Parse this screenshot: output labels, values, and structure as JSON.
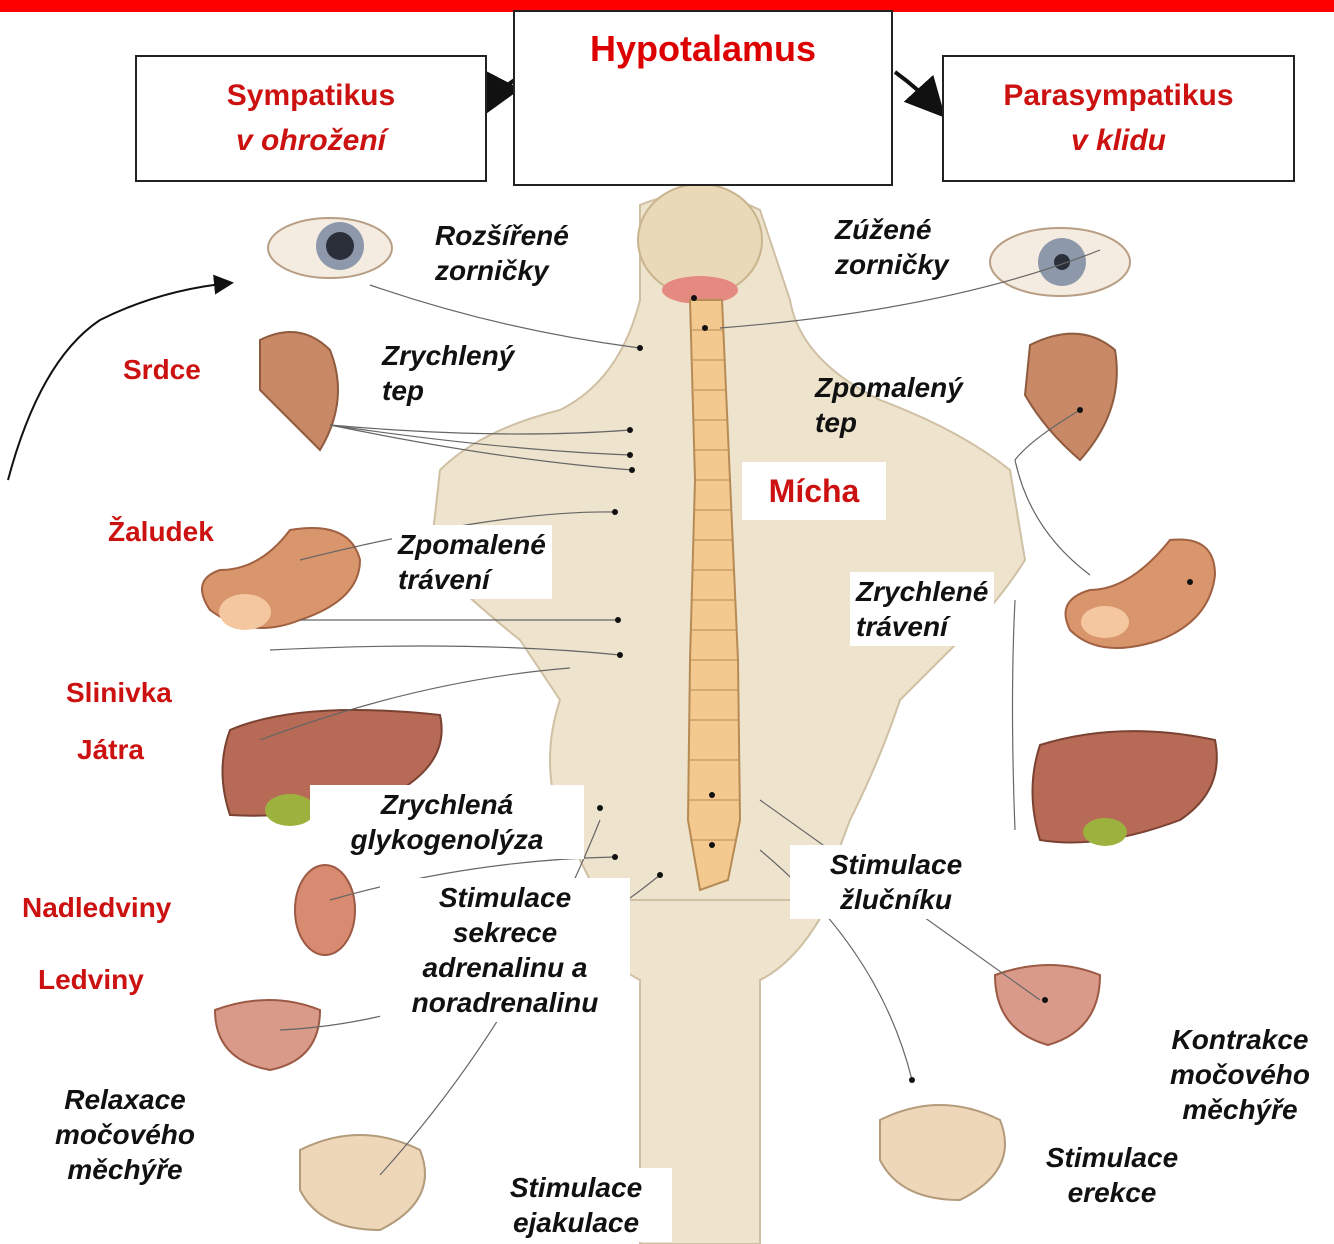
{
  "header": {
    "center": "Hypotalamus",
    "left": {
      "title": "Sympatikus",
      "subtitle": "v ohrožení"
    },
    "right": {
      "title": "Parasympatikus",
      "subtitle": "v klidu"
    }
  },
  "organs": {
    "srdce": "Srdce",
    "zaludek": "Žaludek",
    "slinivka": "Slinivka",
    "jatra": "Játra",
    "nadledviny": "Nadledviny",
    "ledviny": "Ledviny"
  },
  "spine": "Mícha",
  "sympathetic_effects": {
    "pupils": [
      "Rozšířené",
      "zorničky"
    ],
    "heart": [
      "Zrychlený",
      "tep"
    ],
    "digestion": [
      "Zpomalené",
      "trávení"
    ],
    "liver": [
      "Zrychlená",
      "glykogenolýza"
    ],
    "adrenal": [
      "Stimulace",
      "sekrece",
      "adrenalinu a",
      "noradrenalinu"
    ],
    "bladder": [
      "Relaxace",
      "močového",
      "měchýře"
    ],
    "genital": [
      "Stimulace",
      "ejakulace"
    ]
  },
  "parasympathetic_effects": {
    "pupils": [
      "Zúžené",
      "zorničky"
    ],
    "heart": [
      "Zpomalený",
      "tep"
    ],
    "digestion": [
      "Zrychlené",
      "trávení"
    ],
    "gallbladder": [
      "Stimulace",
      "žlučníku"
    ],
    "bladder": [
      "Kontrakce",
      "močového",
      "měchýře"
    ],
    "genital": [
      "Stimulace",
      "erekce"
    ]
  },
  "colors": {
    "accent": "#cc1111",
    "skin": "#eee3cc",
    "spine": "#f3c98f",
    "organ": "#c98866"
  }
}
